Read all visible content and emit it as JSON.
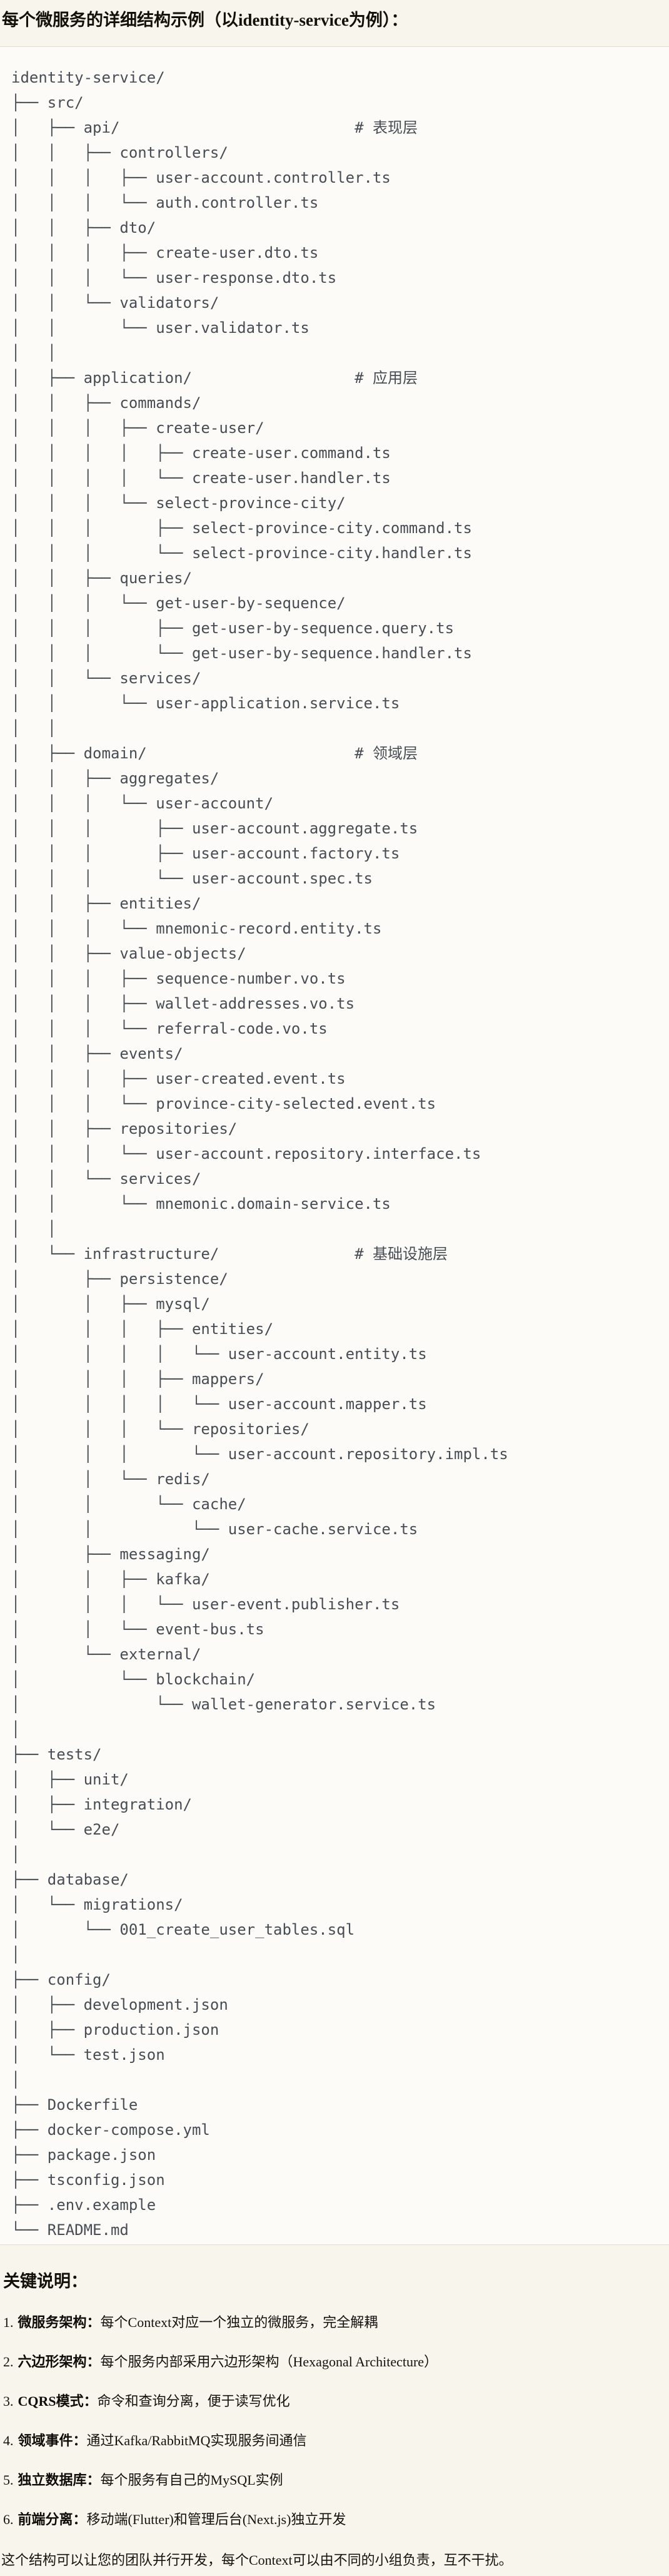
{
  "page": {
    "title": "每个微服务的详细结构示例（以identity-service为例）："
  },
  "code_block": {
    "lines": [
      "identity-service/",
      "├── src/",
      "│   ├── api/                          # 表现层",
      "│   │   ├── controllers/",
      "│   │   │   ├── user-account.controller.ts",
      "│   │   │   └── auth.controller.ts",
      "│   │   ├── dto/",
      "│   │   │   ├── create-user.dto.ts",
      "│   │   │   └── user-response.dto.ts",
      "│   │   └── validators/",
      "│   │       └── user.validator.ts",
      "│   │",
      "│   ├── application/                  # 应用层",
      "│   │   ├── commands/",
      "│   │   │   ├── create-user/",
      "│   │   │   │   ├── create-user.command.ts",
      "│   │   │   │   └── create-user.handler.ts",
      "│   │   │   └── select-province-city/",
      "│   │   │       ├── select-province-city.command.ts",
      "│   │   │       └── select-province-city.handler.ts",
      "│   │   ├── queries/",
      "│   │   │   └── get-user-by-sequence/",
      "│   │   │       ├── get-user-by-sequence.query.ts",
      "│   │   │       └── get-user-by-sequence.handler.ts",
      "│   │   └── services/",
      "│   │       └── user-application.service.ts",
      "│   │",
      "│   ├── domain/                       # 领域层",
      "│   │   ├── aggregates/",
      "│   │   │   └── user-account/",
      "│   │   │       ├── user-account.aggregate.ts",
      "│   │   │       ├── user-account.factory.ts",
      "│   │   │       └── user-account.spec.ts",
      "│   │   ├── entities/",
      "│   │   │   └── mnemonic-record.entity.ts",
      "│   │   ├── value-objects/",
      "│   │   │   ├── sequence-number.vo.ts",
      "│   │   │   ├── wallet-addresses.vo.ts",
      "│   │   │   └── referral-code.vo.ts",
      "│   │   ├── events/",
      "│   │   │   ├── user-created.event.ts",
      "│   │   │   └── province-city-selected.event.ts",
      "│   │   ├── repositories/",
      "│   │   │   └── user-account.repository.interface.ts",
      "│   │   └── services/",
      "│   │       └── mnemonic.domain-service.ts",
      "│   │",
      "│   └── infrastructure/               # 基础设施层",
      "│       ├── persistence/",
      "│       │   ├── mysql/",
      "│       │   │   ├── entities/",
      "│       │   │   │   └── user-account.entity.ts",
      "│       │   │   ├── mappers/",
      "│       │   │   │   └── user-account.mapper.ts",
      "│       │   │   └── repositories/",
      "│       │   │       └── user-account.repository.impl.ts",
      "│       │   └── redis/",
      "│       │       └── cache/",
      "│       │           └── user-cache.service.ts",
      "│       ├── messaging/",
      "│       │   ├── kafka/",
      "│       │   │   └── user-event.publisher.ts",
      "│       │   └── event-bus.ts",
      "│       └── external/",
      "│           └── blockchain/",
      "│               └── wallet-generator.service.ts",
      "│",
      "├── tests/",
      "│   ├── unit/",
      "│   ├── integration/",
      "│   └── e2e/",
      "│",
      "├── database/",
      "│   └── migrations/",
      "│       └── 001_create_user_tables.sql",
      "│",
      "├── config/",
      "│   ├── development.json",
      "│   ├── production.json",
      "│   └── test.json",
      "│",
      "├── Dockerfile",
      "├── docker-compose.yml",
      "├── package.json",
      "├── tsconfig.json",
      "├── .env.example",
      "└── README.md"
    ]
  },
  "notes": {
    "heading": "关键说明：",
    "items": [
      {
        "num": "1.",
        "term": "微服务架构",
        "colon": "：",
        "desc": "每个Context对应一个独立的微服务，完全解耦"
      },
      {
        "num": "2.",
        "term": "六边形架构",
        "colon": "：",
        "desc": "每个服务内部采用六边形架构（Hexagonal Architecture）"
      },
      {
        "num": "3.",
        "term": "CQRS模式",
        "colon": "：",
        "desc": "命令和查询分离，便于读写优化"
      },
      {
        "num": "4.",
        "term": "领域事件",
        "colon": "：",
        "desc": "通过Kafka/RabbitMQ实现服务间通信"
      },
      {
        "num": "5.",
        "term": "独立数据库",
        "colon": "：",
        "desc": "每个服务有自己的MySQL实例"
      },
      {
        "num": "6.",
        "term": "前端分离",
        "colon": "：",
        "desc": "移动端(Flutter)和管理后台(Next.js)独立开发"
      }
    ],
    "footer": "这个结构可以让您的团队并行开发，每个Context可以由不同的小组负责，互不干扰。"
  },
  "colors": {
    "page_bg": "#f8f5ed",
    "code_bg": "#fcfbf7",
    "divider": "#dfdcd3",
    "code_text": "#474d55",
    "body_text": "#15130f"
  }
}
